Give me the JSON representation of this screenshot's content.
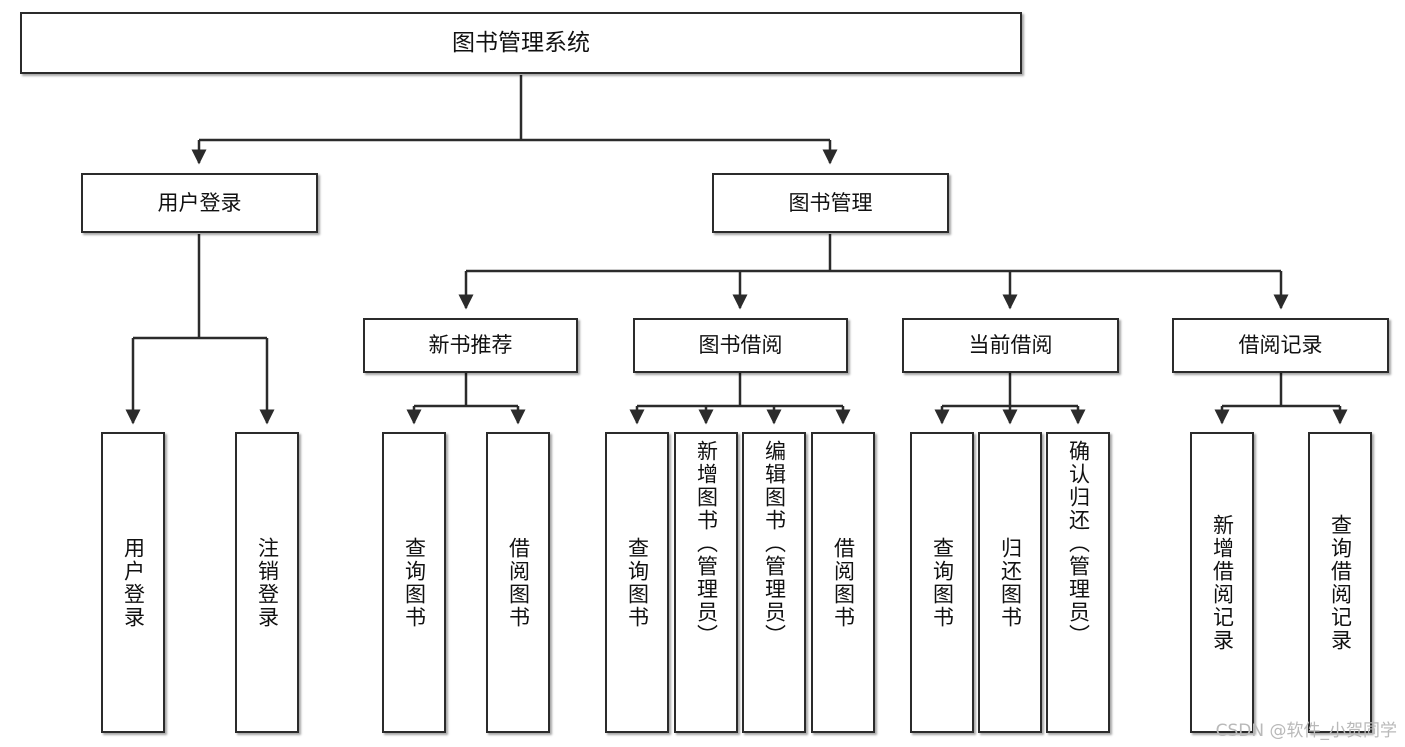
{
  "diagram": {
    "type": "tree-hierarchy",
    "title": "图书管理系统",
    "colors": {
      "box_border": "#2b2b2b",
      "box_fill": "#ffffff",
      "connector": "#2b2b2b",
      "text": "#111111",
      "watermark": "#b9b9b9",
      "background": "#ffffff"
    },
    "root": {
      "label": "图书管理系统"
    },
    "level2": [
      {
        "label": "用户登录"
      },
      {
        "label": "图书管理"
      }
    ],
    "level3": [
      {
        "label": "新书推荐"
      },
      {
        "label": "图书借阅"
      },
      {
        "label": "当前借阅"
      },
      {
        "label": "借阅记录"
      }
    ],
    "leaves": {
      "user_login": [
        {
          "label": "用户登录"
        },
        {
          "label": "注销登录"
        }
      ],
      "new_book_recommend": [
        {
          "label": "查询图书"
        },
        {
          "label": "借阅图书"
        }
      ],
      "book_borrow": [
        {
          "label": "查询图书"
        },
        {
          "label": "新增图书（管理员）"
        },
        {
          "label": "编辑图书（管理员）"
        },
        {
          "label": "借阅图书"
        }
      ],
      "current_borrow": [
        {
          "label": "查询图书"
        },
        {
          "label": "归还图书"
        },
        {
          "label": "确认归还（管理员）"
        }
      ],
      "borrow_record": [
        {
          "label": "新增借阅记录"
        },
        {
          "label": "查询借阅记录"
        }
      ]
    }
  },
  "watermark": {
    "text": "CSDN @软件_小贺同学"
  }
}
